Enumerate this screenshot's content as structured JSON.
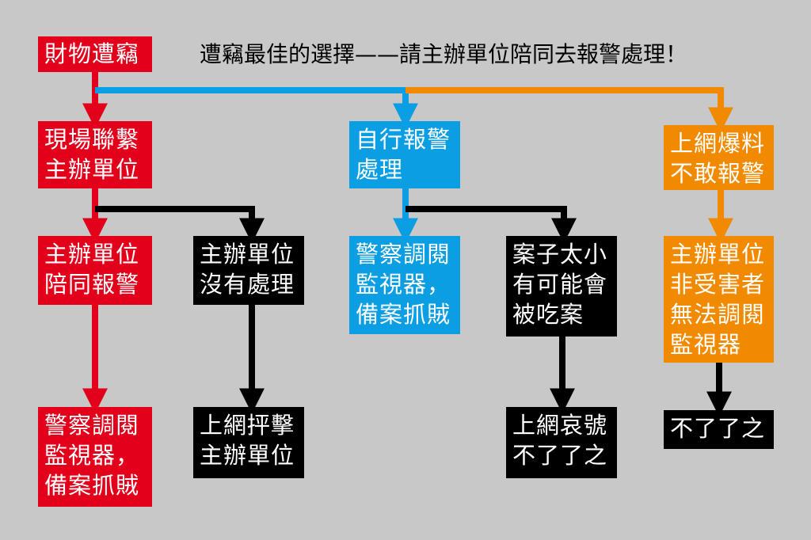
{
  "headline": "遭竊最佳的選擇——請主辦單位陪同去報警處理！",
  "nodes": {
    "theft": "財物遭竊",
    "contact_organizer": "現場聯繫\n主辦單位",
    "self_report": "自行報警\n處理",
    "online_post": "上網爆料\n不敢報警",
    "organizer_accompany": "主辦單位\n陪同報警",
    "organizer_no_action": "主辦單位\n沒有處理",
    "police_cctv_blue": "警察調閱\n監視器，\n備案抓賊",
    "case_too_small": "案子太小\n有可能會\n被吃案",
    "organizer_not_victim": "主辦單位\n非受害者\n無法調閱\n監視器",
    "police_cctv_red": "警察調閱\n監視器，\n備案抓賊",
    "online_criticize": "上網抨擊\n主辦單位",
    "online_lament": "上網哀號\n不了了之",
    "dropped": "不了了之"
  },
  "colors": {
    "red": "#e2001a",
    "blue": "#0b9ee3",
    "orange": "#f28a00",
    "black": "#000000",
    "background": "#c8c8c8"
  }
}
